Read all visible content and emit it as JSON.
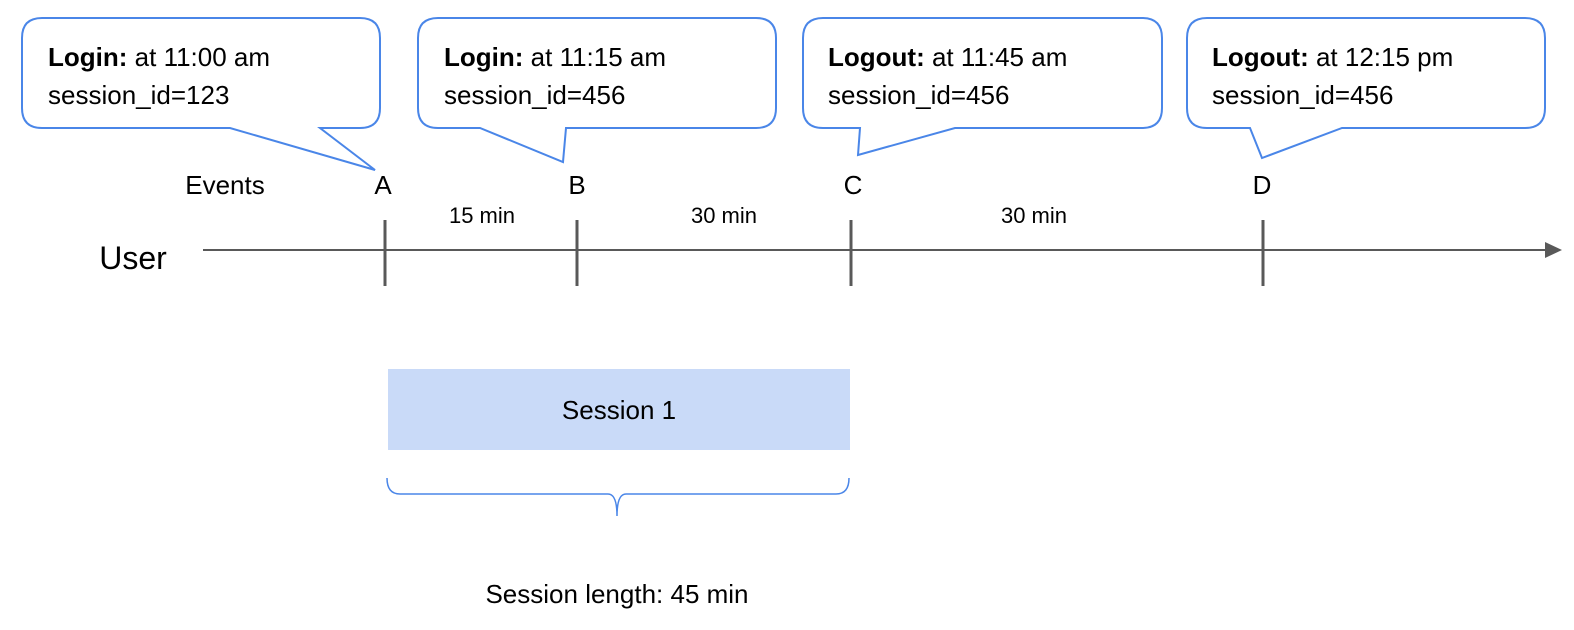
{
  "row_label": "User",
  "events_label": "Events",
  "events": [
    {
      "letter": "A",
      "action": "Login:",
      "time": "at 11:00 am",
      "session": "session_id=123"
    },
    {
      "letter": "B",
      "action": "Login:",
      "time": "at 11:15 am",
      "session": "session_id=456"
    },
    {
      "letter": "C",
      "action": "Logout:",
      "time": "at 11:45 am",
      "session": "session_id=456"
    },
    {
      "letter": "D",
      "action": "Logout:",
      "time": "at 12:15 pm",
      "session": "session_id=456"
    }
  ],
  "intervals": [
    "15 min",
    "30 min",
    "30 min"
  ],
  "session_box": {
    "label": "Session 1",
    "color": "#c9daf8"
  },
  "session_length": "Session length: 45 min",
  "colors": {
    "callout_border": "#4a86e8",
    "axis": "#595959"
  }
}
